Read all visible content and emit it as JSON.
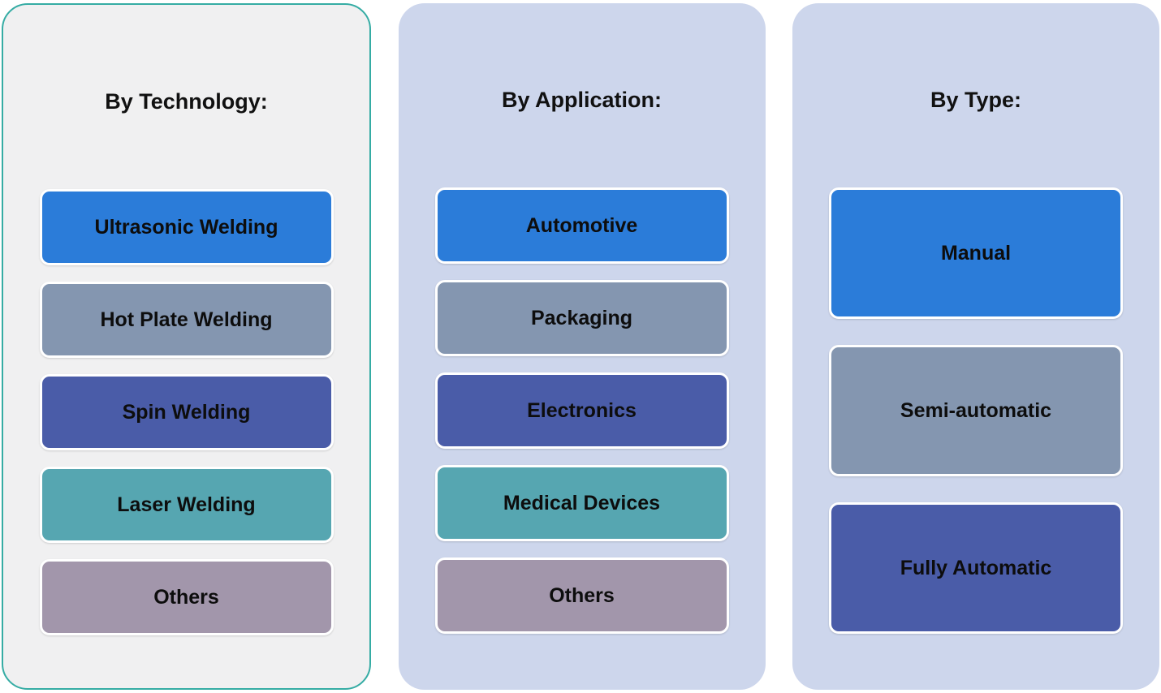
{
  "palette": {
    "blue": "#2B7CD9",
    "slate": "#8496B0",
    "indigo": "#4A5CA8",
    "teal": "#56A6B1",
    "mauve": "#A296AB",
    "panel_gray": "#F0F0F1",
    "panel_lavender": "#CDD6EC",
    "panel_border_teal": "#35ACA4",
    "text": "#0D0D0D"
  },
  "columns": [
    {
      "title": "By Technology:",
      "items": [
        {
          "label": "Ultrasonic Welding"
        },
        {
          "label": "Hot Plate Welding"
        },
        {
          "label": "Spin Welding"
        },
        {
          "label": "Laser Welding"
        },
        {
          "label": "Others"
        }
      ]
    },
    {
      "title": "By Application:",
      "items": [
        {
          "label": "Automotive"
        },
        {
          "label": "Packaging"
        },
        {
          "label": "Electronics"
        },
        {
          "label": "Medical Devices"
        },
        {
          "label": "Others"
        }
      ]
    },
    {
      "title": "By Type:",
      "items": [
        {
          "label": "Manual"
        },
        {
          "label": "Semi-automatic"
        },
        {
          "label": "Fully Automatic"
        }
      ]
    }
  ]
}
